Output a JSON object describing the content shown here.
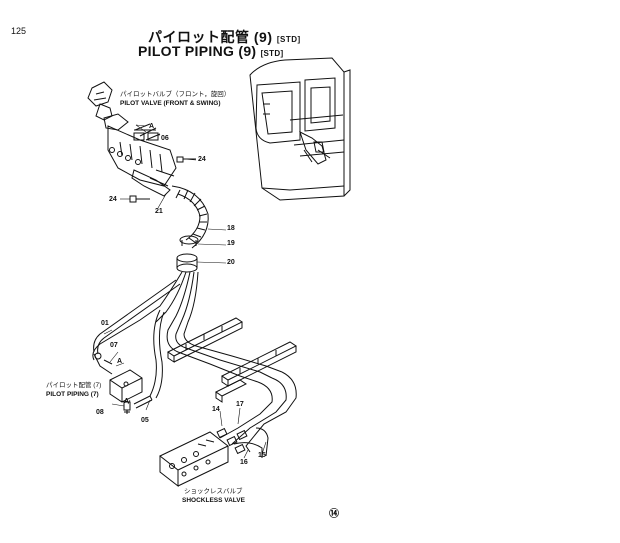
{
  "page": {
    "page_number": "125",
    "title_jp": "パイロット配管 (9)",
    "title_jp_tag": "[STD]",
    "title_en": "PILOT PIPING (9)",
    "title_en_tag": "[STD]"
  },
  "labels": {
    "pilot_valve_jp": "パイロットバルブ（フロント，旋回）",
    "pilot_valve_en": "PILOT VALVE (FRONT & SWING)",
    "pilot_piping_jp": "パイロット配管 (7)",
    "pilot_piping_en": "PILOT PIPING (7)",
    "shockless_jp": "ショックレスバルブ",
    "shockless_en": "SHOCKLESS VALVE"
  },
  "callouts": {
    "p06": "06",
    "p24a": "24",
    "p24b": "24",
    "p21": "21",
    "p18": "18",
    "p19": "19",
    "p20": "20",
    "p01": "01",
    "p07": "07",
    "pA1": "A",
    "pA2": "A",
    "pA3": "A",
    "p08": "08",
    "p05": "05",
    "p14": "14",
    "p17": "17",
    "p15": "15",
    "p16": "16"
  },
  "stamp": "⑭",
  "line_color": "#111111"
}
